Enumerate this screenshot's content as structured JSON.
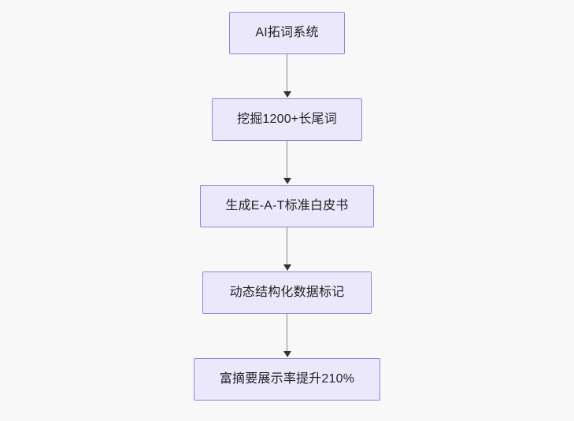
{
  "diagram": {
    "type": "flowchart",
    "direction": "top-to-bottom",
    "background_color": "#f8f8f8",
    "node_fill_color": "#ebe8fc",
    "node_border_color": "#9a7fd8",
    "node_text_color": "#1f2020",
    "connector_line_color": "#888888",
    "connector_arrow_color": "#333333",
    "nodes": [
      {
        "id": "node-1",
        "label": "AI拓词系统"
      },
      {
        "id": "node-2",
        "label": "挖掘1200+长尾词"
      },
      {
        "id": "node-3",
        "label": "生成E-A-T标准白皮书"
      },
      {
        "id": "node-4",
        "label": "动态结构化数据标记"
      },
      {
        "id": "node-5",
        "label": "富摘要展示率提升210%"
      }
    ],
    "edges": [
      {
        "from": "node-1",
        "to": "node-2",
        "arrow": "arrow-down-icon"
      },
      {
        "from": "node-2",
        "to": "node-3",
        "arrow": "arrow-down-icon"
      },
      {
        "from": "node-3",
        "to": "node-4",
        "arrow": "arrow-down-icon"
      },
      {
        "from": "node-4",
        "to": "node-5",
        "arrow": "arrow-down-icon"
      }
    ]
  }
}
